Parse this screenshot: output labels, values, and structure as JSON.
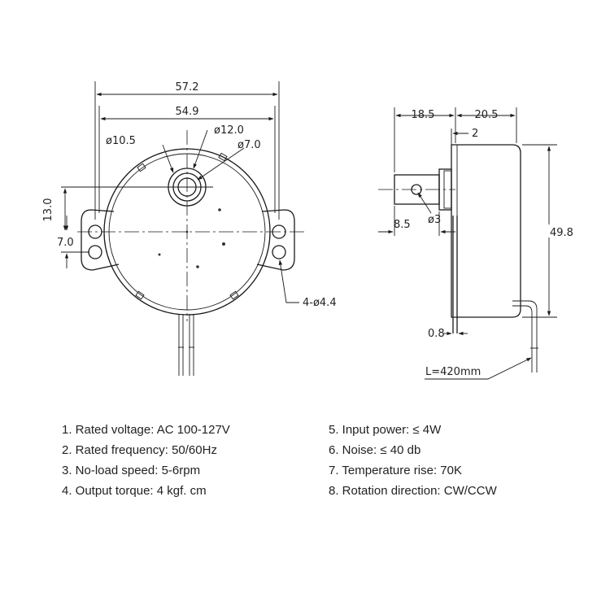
{
  "dimensions": {
    "overall_width": "57.2",
    "hole_spacing": "54.9",
    "dia_outer_hub": "ø10.5",
    "dia_hub": "ø12.0",
    "dia_inner_hub": "ø7.0",
    "offset_13": "13.0",
    "offset_7": "7.0",
    "mount_holes": "4-ø4.4",
    "side_left": "18.5",
    "side_right": "20.5",
    "flange": "2",
    "height": "49.8",
    "shaft_len": "8.5",
    "shaft_dia": "ø3",
    "plate": "0.8",
    "lead_length": "L=420mm"
  },
  "specs_left": [
    "1. Rated voltage: AC 100-127V",
    "2. Rated frequency: 50/60Hz",
    "3. No-load speed: 5-6rpm",
    "4. Output torque: 4 kgf. cm"
  ],
  "specs_right": [
    "5. Input power: ≤ 4W",
    "6. Noise: ≤ 40 db",
    "7. Temperature rise: 70K",
    "8. Rotation direction: CW/CCW"
  ]
}
